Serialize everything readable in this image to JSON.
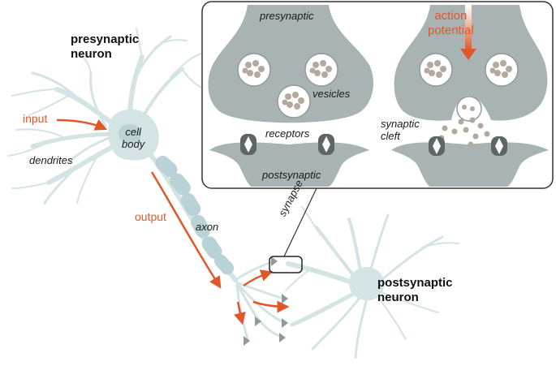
{
  "labels": {
    "presynaptic_neuron": "presynaptic\nneuron",
    "postsynaptic_neuron": "postsynaptic\nneuron",
    "input": "input",
    "output": "output",
    "cell_body": "cell\nbody",
    "dendrites": "dendrites",
    "axon": "axon",
    "synapse": "synapse"
  },
  "inset": {
    "presynaptic": "presynaptic",
    "vesicles": "vesicles",
    "receptors": "receptors",
    "postsynaptic": "postsynaptic",
    "synaptic_cleft": "synaptic\ncleft",
    "action_potential": "action\npotential"
  },
  "colors": {
    "neuron_fill": "#d4e3e4",
    "axon_segment": "#b9d2d5",
    "terminal": "#8e9a9b",
    "inset_terminal": "#a9b3b3",
    "vesicle_fill": "#ffffff",
    "vesicle_dot": "#b3aa9d",
    "receptor": "#5e6566",
    "arrow": "#e0582a",
    "frame": "#333333"
  }
}
